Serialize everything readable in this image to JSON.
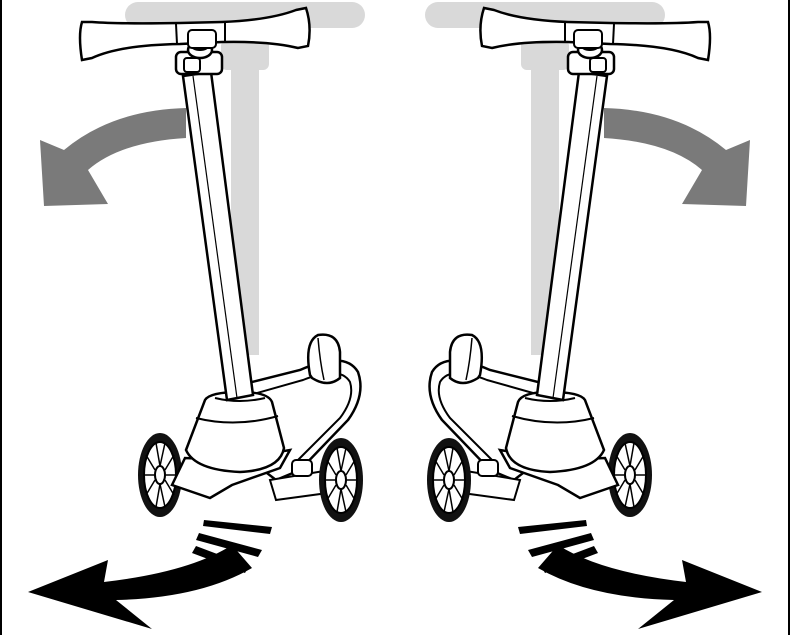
{
  "figure": {
    "panels": [
      {
        "id": "left",
        "lean_direction": "left",
        "ghost_position": "upright"
      },
      {
        "id": "right",
        "lean_direction": "right",
        "ghost_position": "upright"
      }
    ],
    "colors": {
      "background": "#ffffff",
      "outline": "#000000",
      "ghost": "#d9d9d9",
      "lean_arrow": "#7a7a7a",
      "steer_arrow": "#000000",
      "wheel_fill": "#ffffff",
      "tire": "#111111"
    },
    "icons": [
      "tilt-arrow-icon",
      "steer-arrow-icon",
      "motion-lines-icon",
      "scooter-icon"
    ]
  }
}
